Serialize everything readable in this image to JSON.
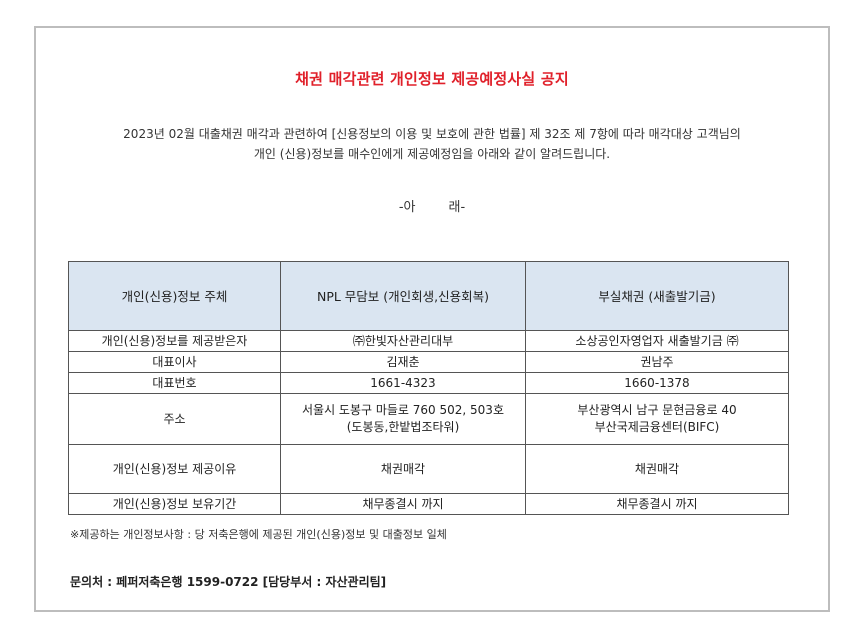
{
  "notice": {
    "title": "채권 매각관련 개인정보 제공예정사실 공지",
    "intro_line1": "2023년 02월 대출채권 매각과 관련하여 [신용정보의 이용 및 보호에 관한 법률] 제 32조 제 7항에 따라 매각대상 고객님의",
    "intro_line2": "개인 (신용)정보를 매수인에게 제공예정임을 아래와 같이 알려드립니다.",
    "arae": "-아        래-"
  },
  "table": {
    "headers": [
      "개인(신용)정보 주체",
      "NPL 무담보 (개인회생,신용회복)",
      "부실채권 (새출발기금)"
    ],
    "rows": [
      {
        "label": "개인(신용)정보를 제공받은자",
        "col1": [
          "㈜한빛자산관리대부"
        ],
        "col2": [
          "소상공인자영업자 새출발기금 ㈜"
        ]
      },
      {
        "label": "대표이사",
        "col1": [
          "김재춘"
        ],
        "col2": [
          "권남주"
        ]
      },
      {
        "label": "대표번호",
        "col1": [
          "1661-4323"
        ],
        "col2": [
          "1660-1378"
        ]
      },
      {
        "label": "주소",
        "col1": [
          "서울시 도봉구 마들로 760 502, 503호",
          "(도봉동,한밭법조타워)"
        ],
        "col2": [
          "부산광역시 남구 문현금융로 40",
          "부산국제금융센터(BIFC)"
        ]
      },
      {
        "label": "개인(신용)정보 제공이유",
        "col1": [
          "채권매각"
        ],
        "col2": [
          "채권매각"
        ]
      },
      {
        "label": "개인(신용)정보 보유기간",
        "col1": [
          "채무종결시 까지"
        ],
        "col2": [
          "채무종결시 까지"
        ]
      }
    ]
  },
  "footnote": "※제공하는 개인정보사항 : 당 저축은행에 제공된 개인(신용)정보 및 대출정보 일체",
  "contact": "문의처 : 페퍼저축은행 1599-0722 [담당부서 : 자산관리팀]"
}
